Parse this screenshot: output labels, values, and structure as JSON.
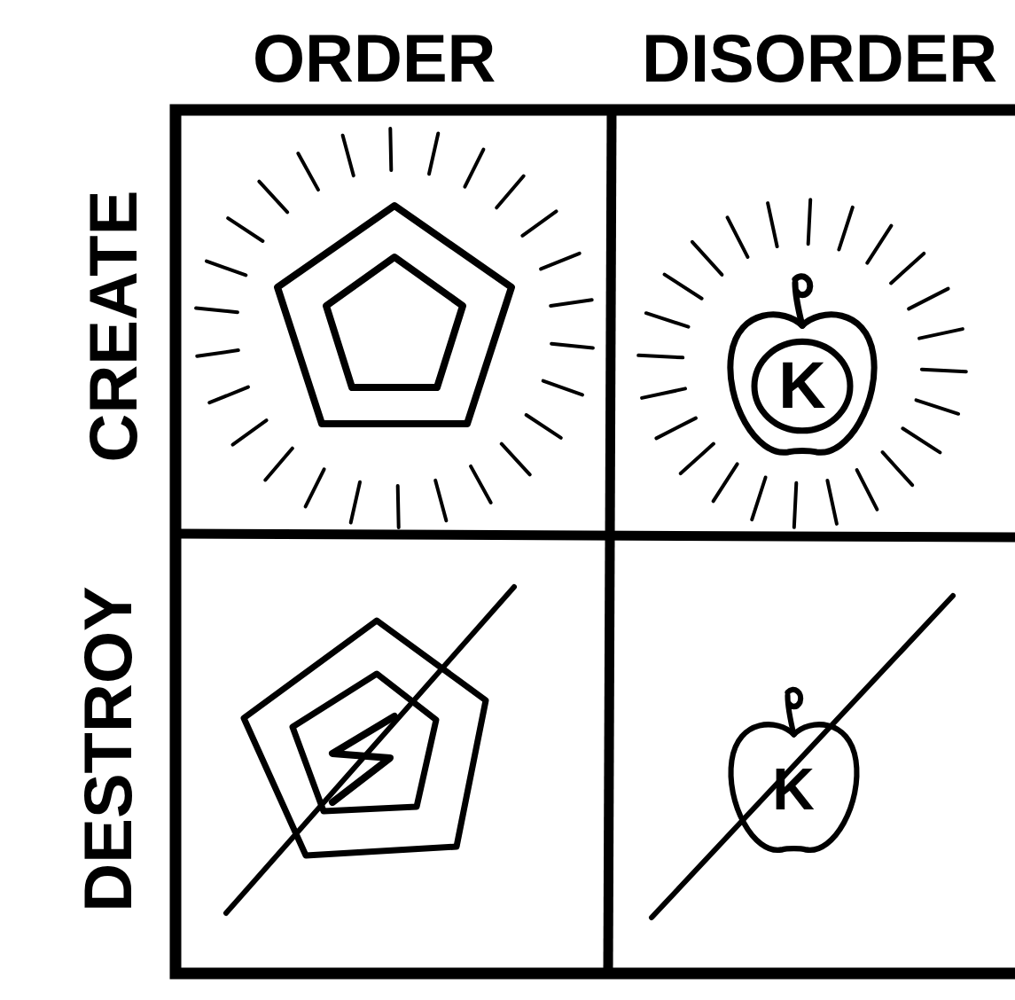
{
  "diagram": {
    "nodes": [
      {
        "text": [
          "K"
        ]
      },
      {
        "text": [
          "K"
        ]
      }
    ],
    "labels": [
      "ORDER",
      "DISORDER",
      "CREATE",
      "DESTROY"
    ]
  }
}
